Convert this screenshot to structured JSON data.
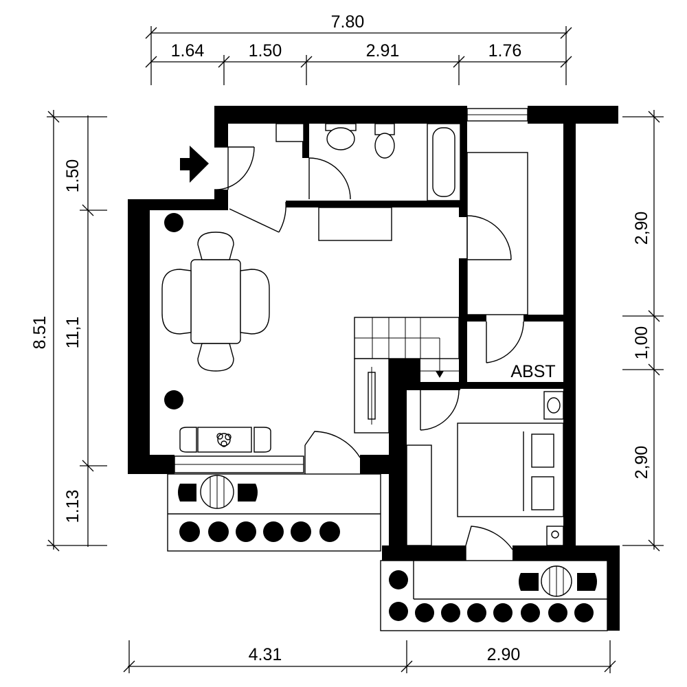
{
  "dimensions": {
    "top_total": "7.80",
    "top_segments": [
      "1.64",
      "1.50",
      "2.91",
      "1.76"
    ],
    "bottom_segments": [
      "4.31",
      "2.90"
    ],
    "left_total": "8.51",
    "left_segments": [
      "1.50",
      "11,1",
      "1.13"
    ],
    "right_segments": [
      "2,90",
      "1,00",
      "2,90"
    ]
  },
  "rooms": {
    "storage_label": "ABST"
  }
}
